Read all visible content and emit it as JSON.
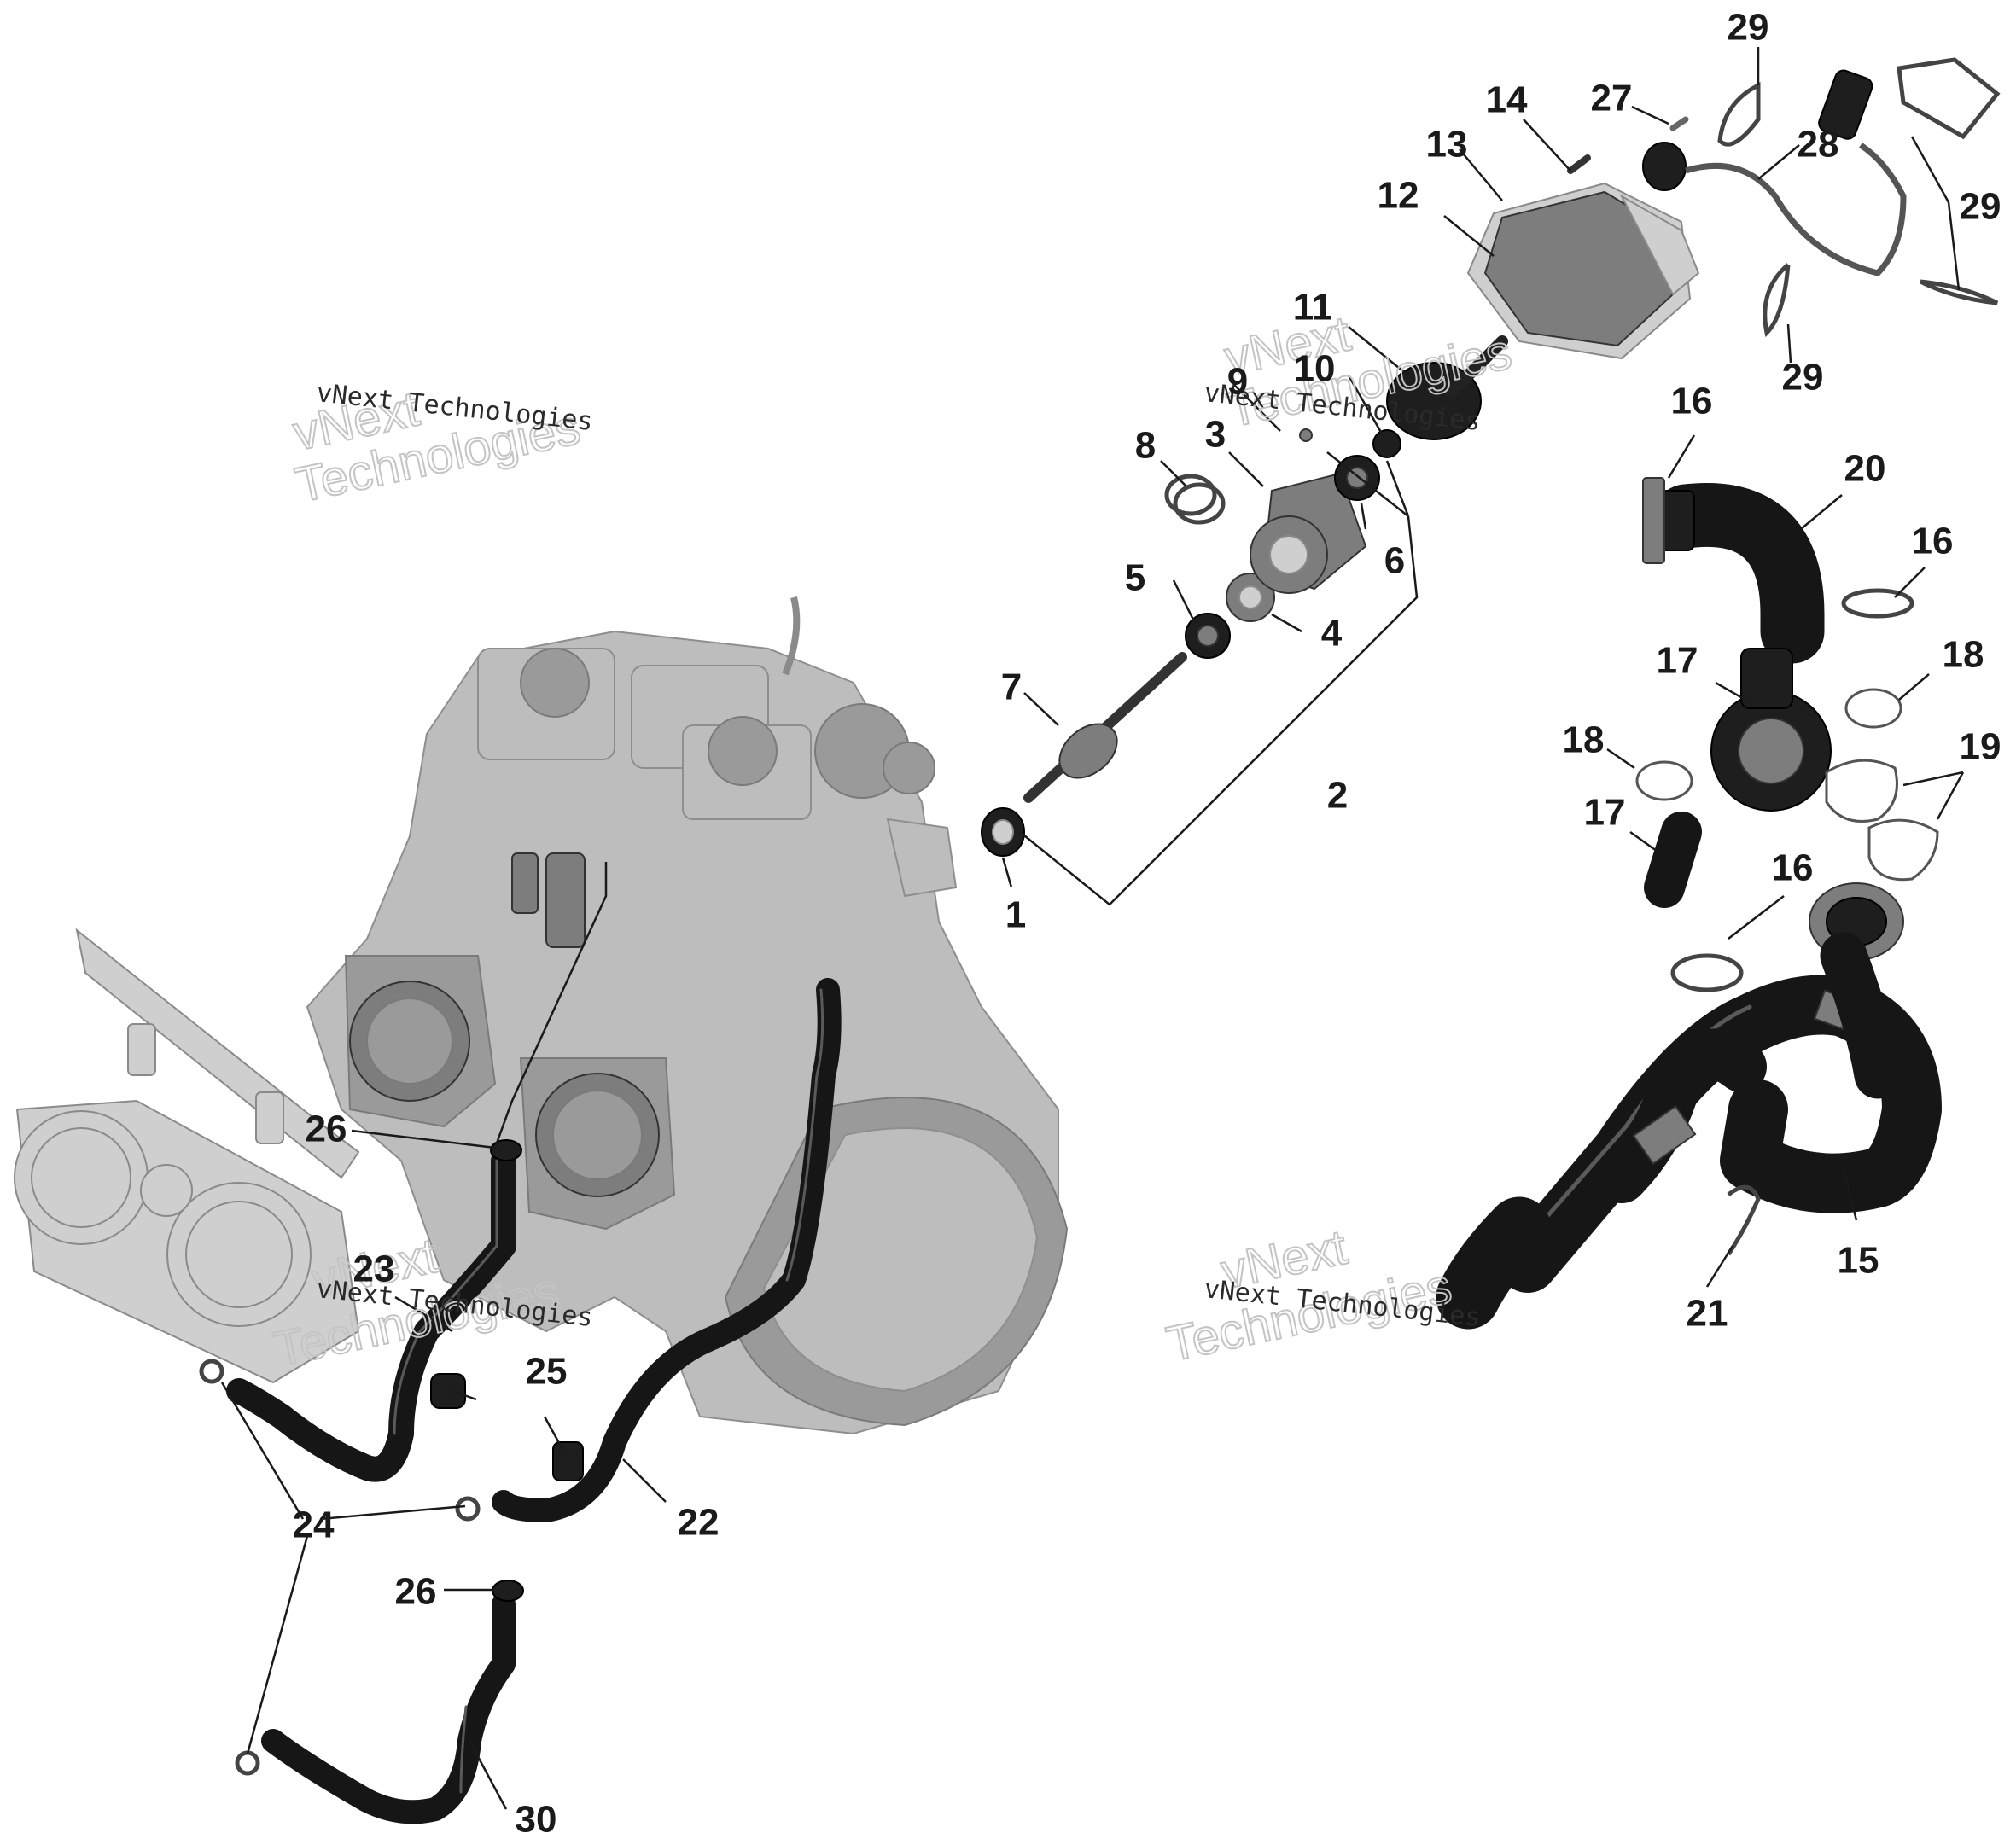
{
  "watermarks": [
    {
      "line1": "vNext Technologies",
      "line2": "vNext",
      "line3": "Technologies"
    },
    {
      "line1": "vNext Technologies",
      "line2": "vNext",
      "line3": "Technologies"
    },
    {
      "line1": "vNext Technologies",
      "line2": "vNext",
      "line3": "Technologies"
    },
    {
      "line1": "vNext Technologies",
      "line2": "vNext",
      "line3": "Technologies"
    }
  ],
  "callouts": {
    "c1": "1",
    "c2": "2",
    "c3": "3",
    "c4": "4",
    "c5": "5",
    "c6": "6",
    "c7": "7",
    "c8": "8",
    "c9": "9",
    "c10": "10",
    "c11": "11",
    "c12": "12",
    "c13": "13",
    "c14": "14",
    "c15": "15",
    "c16a": "16",
    "c16b": "16",
    "c16c": "16",
    "c17a": "17",
    "c17b": "17",
    "c18a": "18",
    "c18b": "18",
    "c19": "19",
    "c20": "20",
    "c21": "21",
    "c22": "22",
    "c23": "23",
    "c24": "24",
    "c25": "25",
    "c26a": "26",
    "c26b": "26",
    "c27": "27",
    "c28": "28",
    "c29a": "29",
    "c29b": "29",
    "c29c": "29",
    "c30": "30"
  }
}
